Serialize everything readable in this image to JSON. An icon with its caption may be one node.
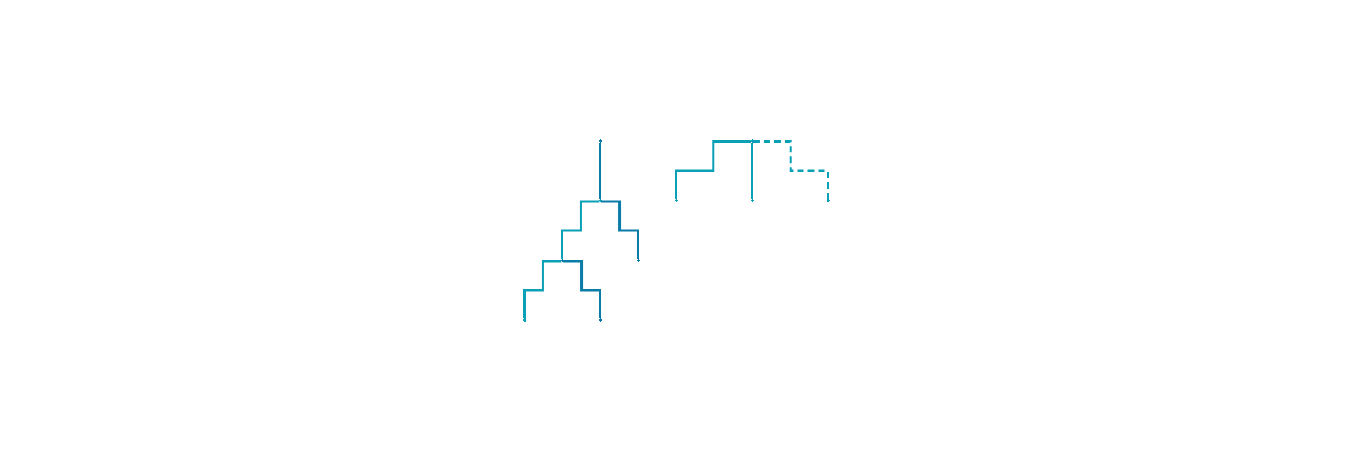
{
  "diagram": {
    "nodes": [
      {
        "text": [],
        "shape": "diamond"
      },
      {
        "text": [],
        "shape": "diamond"
      },
      {
        "text": [],
        "shape": "diamond"
      },
      {
        "text": [],
        "shape": "diamond"
      },
      {
        "text": [],
        "shape": "diamond"
      },
      {
        "text": [],
        "shape": "diamond"
      },
      {
        "text": [],
        "shape": "diamond"
      },
      {
        "text": [],
        "shape": "diamond"
      },
      {
        "text": [],
        "shape": "diamond"
      },
      {
        "text": [],
        "shape": "diamond"
      }
    ],
    "edges": [
      {
        "from": 0,
        "to": 1,
        "arrow": "none",
        "color": "#0a7ca8"
      },
      {
        "from": 1,
        "to": 2,
        "arrow": "none"
      },
      {
        "from": 1,
        "to": 3,
        "arrow": "none",
        "color": "#0a7ca8"
      },
      {
        "from": 2,
        "to": 9,
        "arrow": "none"
      },
      {
        "from": 2,
        "to": 5,
        "arrow": "none",
        "color": "#0a7ca8"
      },
      {
        "from": 4,
        "to": 6,
        "arrow": "none"
      },
      {
        "from": 4,
        "to": 7,
        "arrow": "none"
      },
      {
        "from": 4,
        "to": 8,
        "arrow": "none",
        "style": "dashed"
      }
    ]
  }
}
